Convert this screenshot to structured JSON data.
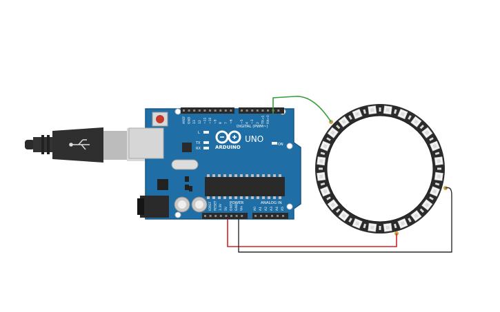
{
  "board": {
    "brand": "ARDUINO",
    "model": "UNO",
    "digital_label": "DIGITAL (PWM~)",
    "power_label": "POWER",
    "analog_label": "ANALOG IN",
    "on_label": "ON",
    "l_label": "L",
    "tx_label": "TX",
    "rx_label": "RX",
    "digital_pins": [
      "AREF",
      "GND",
      "13",
      "12",
      "~11",
      "~10",
      "~9",
      "8",
      "7",
      "~6",
      "~5",
      "4",
      "~3",
      "2",
      "TX→1",
      "RX←0"
    ],
    "power_pins": [
      "IOREF",
      "RESET",
      "3.3V",
      "5V",
      "GND",
      "GND",
      "Vin"
    ],
    "analog_pins": [
      "A0",
      "A1",
      "A2",
      "A3",
      "A4",
      "A5"
    ]
  },
  "ring": {
    "led_count": 24
  },
  "wires": [
    {
      "name": "data-wire",
      "from": "D2",
      "to": "ring-din",
      "color": "#3a9d3a"
    },
    {
      "name": "power-wire",
      "from": "5V",
      "to": "ring-5v",
      "color": "#d42020"
    },
    {
      "name": "ground-wire",
      "from": "GND",
      "to": "ring-gnd",
      "color": "#2a2a2a"
    }
  ]
}
